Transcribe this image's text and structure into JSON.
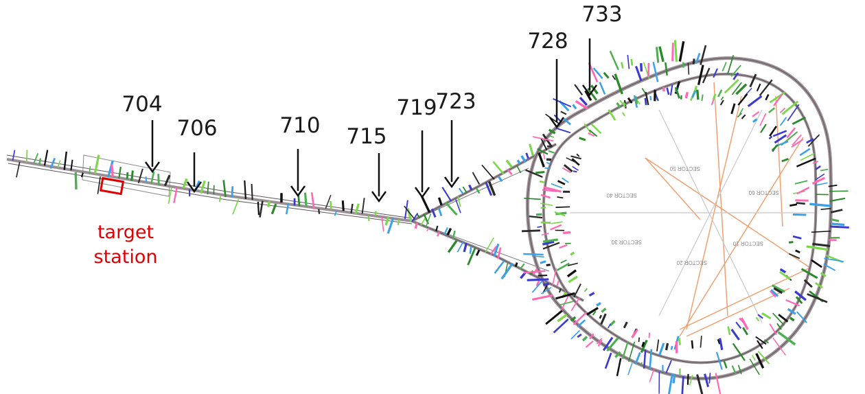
{
  "diagram": {
    "callouts": [
      {
        "id": "704",
        "label": "704"
      },
      {
        "id": "706",
        "label": "706"
      },
      {
        "id": "710",
        "label": "710"
      },
      {
        "id": "715",
        "label": "715"
      },
      {
        "id": "719",
        "label": "719"
      },
      {
        "id": "723",
        "label": "723"
      },
      {
        "id": "728",
        "label": "728"
      },
      {
        "id": "733",
        "label": "733"
      }
    ],
    "target": {
      "line1": "target",
      "line2": "station"
    },
    "sectors": [
      {
        "id": "s1",
        "label": "SECTOR 50"
      },
      {
        "id": "s2",
        "label": "SECTOR 60"
      },
      {
        "id": "s3",
        "label": "SECTOR 40"
      },
      {
        "id": "s4",
        "label": "SECTOR 10"
      },
      {
        "id": "s5",
        "label": "SECTOR 30"
      },
      {
        "id": "s6",
        "label": "SECTOR 20"
      }
    ],
    "colors": {
      "track": "#9a8f95",
      "track_dark": "#5c5358",
      "arrow": "#111111",
      "target": "#e00000",
      "tick_palette": [
        "#2a8a2a",
        "#3aa0e8",
        "#111111",
        "#7ad84a",
        "#3a3ad0",
        "#2a2a2a",
        "#ff69b4",
        "#4caf50"
      ],
      "diag_orange": "#f0a070",
      "diag_gray": "#c8c8c8"
    }
  }
}
